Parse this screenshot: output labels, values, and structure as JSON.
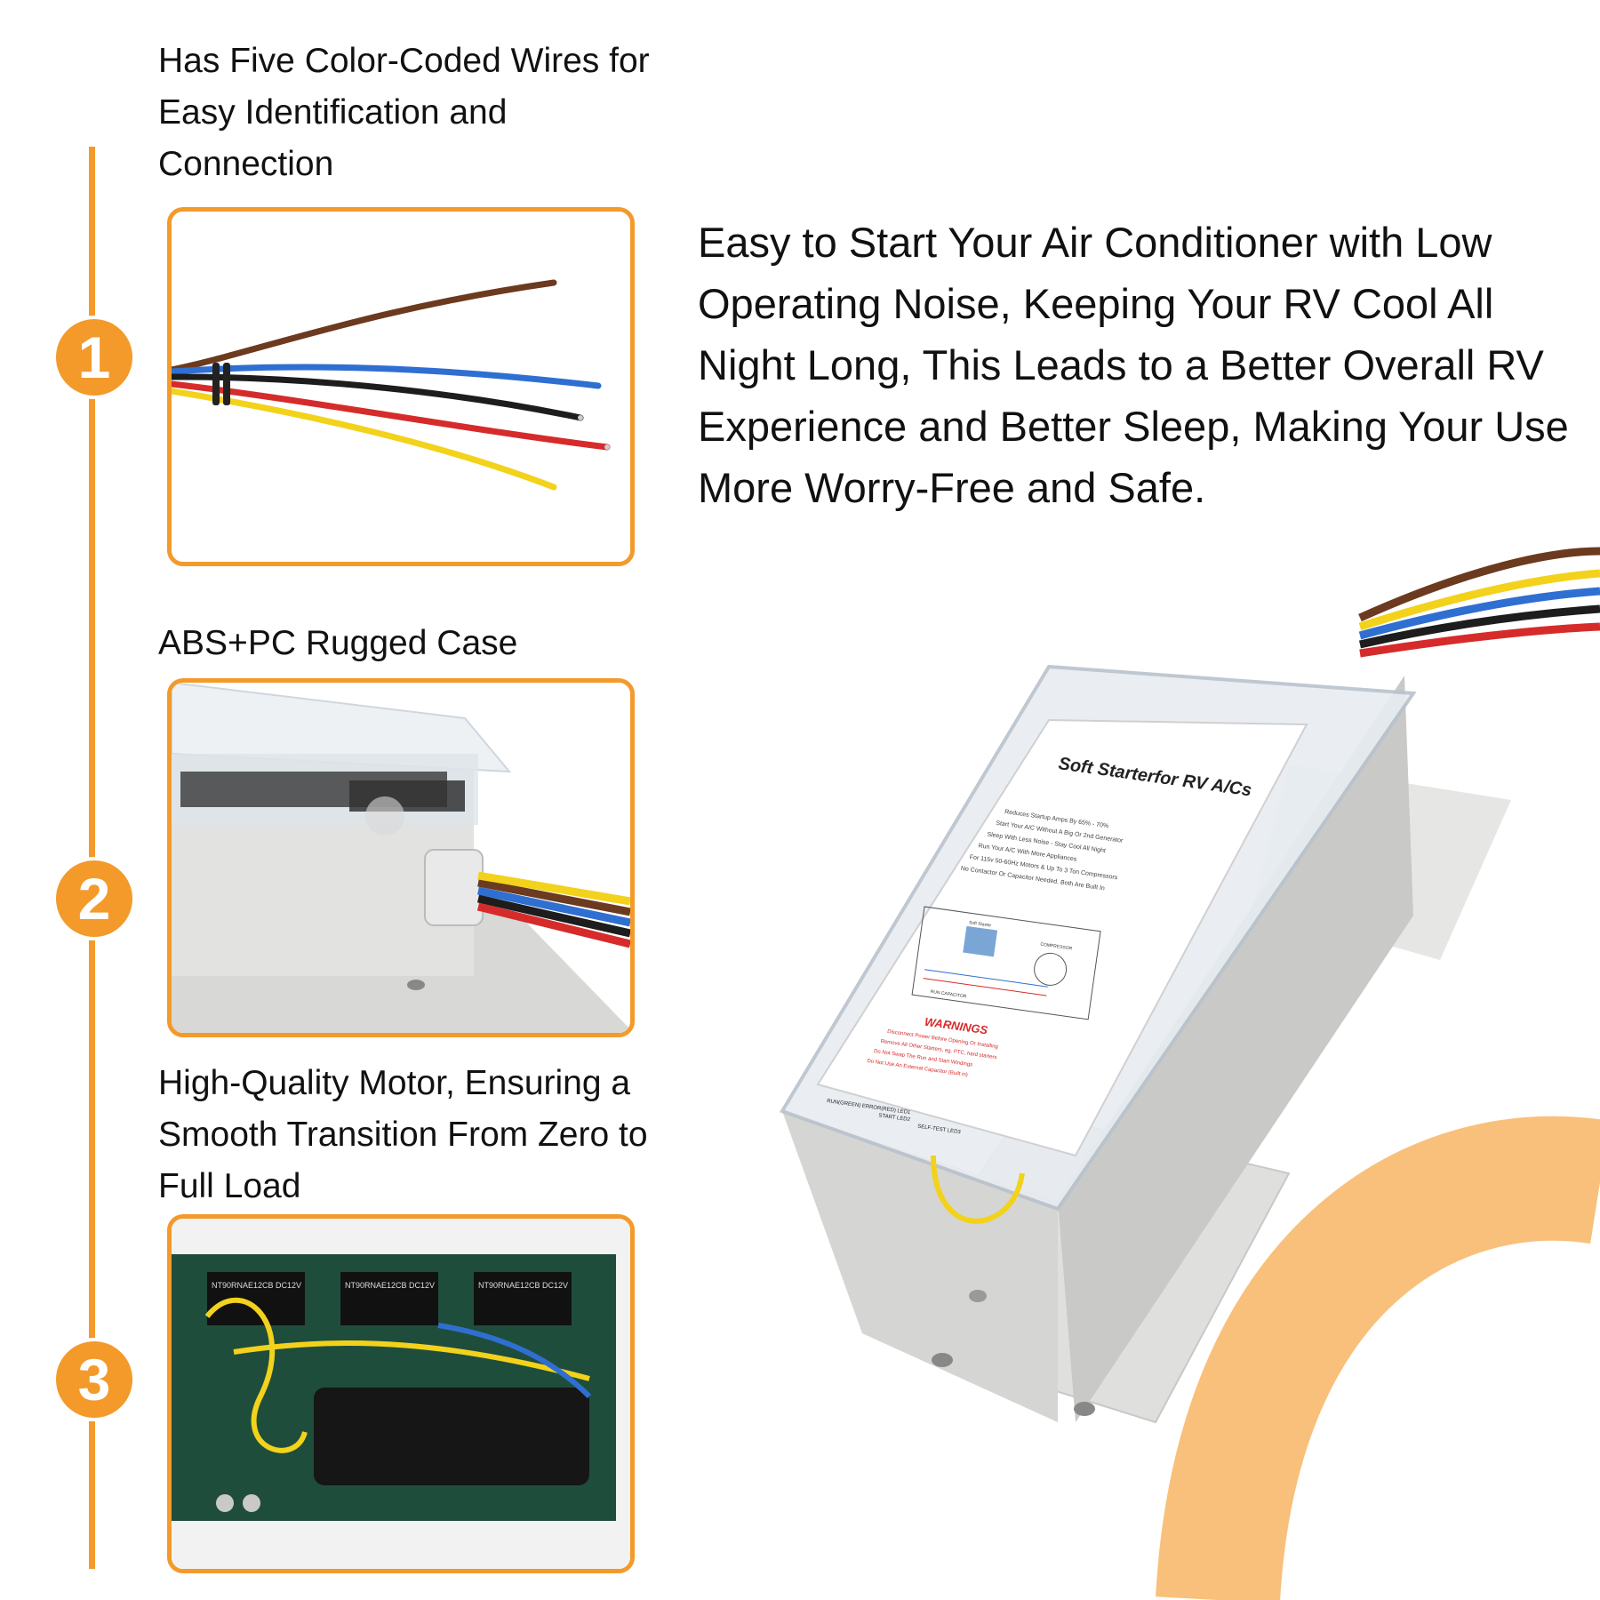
{
  "features": [
    {
      "number": "1",
      "caption": "Has Five Color-Coded Wires for Easy Identification and Connection",
      "image": "color-coded-wires-photo"
    },
    {
      "number": "2",
      "caption": "ABS+PC Rugged Case",
      "image": "rugged-case-photo"
    },
    {
      "number": "3",
      "caption": "High-Quality Motor, Ensuring a Smooth Transition From Zero to Full Load",
      "image": "circuit-board-photo"
    }
  ],
  "headline": "Easy to Start Your Air Conditioner with Low Operating Noise, Keeping Your RV Cool All Night Long, This Leads to a Better Overall RV Experience and Better Sleep, Making Your Use More Worry-Free and Safe.",
  "product_label": {
    "title": "Soft Starterfor RV A/Cs",
    "bullets": [
      "Reduces Startup Amps By 65% - 70%",
      "Start Your A/C Without A Big Or 2nd Generator",
      "Sleep With Less Noise - Stay Cool All Night",
      "Run Your A/C With More Appliances",
      "For 115v 50-60Hz Motors & Up To 3 Ton Compressors",
      "No Contactor Or Capacitor Needed. Both Are Built In"
    ],
    "diagram_labels": {
      "module": "Soft Starter",
      "compressor": "COMPRESSOR",
      "capacitor": "RUN CAPACITOR"
    },
    "warnings_title": "WARNINGS",
    "warnings": [
      "Disconnect Power Before Opening Or Installing",
      "Remove All Other Starters, eg. PTC, hard starters",
      "Do Not Swap The Run and Start Windings",
      "Do Not Use An External Capacitor (Built in)"
    ],
    "leds": [
      "RUN(GREEN) ERROR(RED) LED1",
      "START LED2",
      "SELF-TEST LED3"
    ]
  },
  "board_markings": [
    "NT90RNAE12CB DC12V",
    "NT90RNAE12CB DC12V",
    "NT90RNAE12CB DC12V"
  ],
  "colors": {
    "accent": "#f39a2b",
    "accent_light": "#f8c07a",
    "text": "#111111",
    "background": "#ffffff"
  }
}
